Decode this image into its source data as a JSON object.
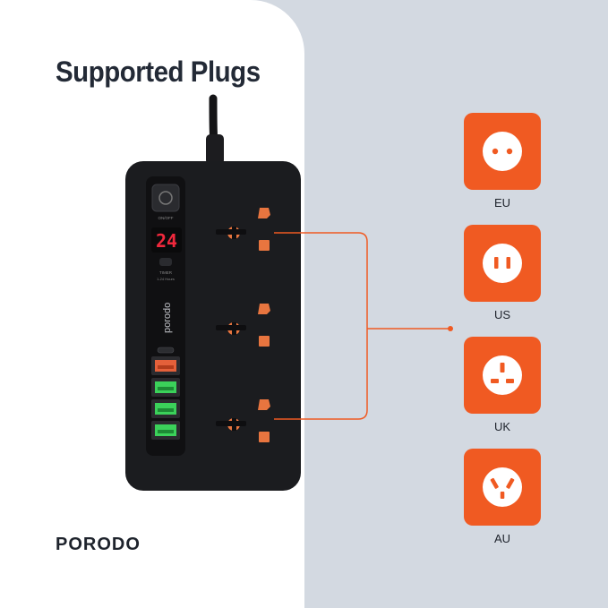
{
  "title": "Supported Plugs",
  "brand": "PORODO",
  "device": {
    "display_value": "24",
    "brand_vertical": "porodo",
    "power_label": "ON/OFF",
    "timer_label": "TIMER",
    "timer_range": "1-24 Hours"
  },
  "plugs": [
    {
      "label": "EU",
      "icon": "eu-socket-icon"
    },
    {
      "label": "US",
      "icon": "us-socket-icon"
    },
    {
      "label": "UK",
      "icon": "uk-socket-icon"
    },
    {
      "label": "AU",
      "icon": "au-socket-icon"
    }
  ],
  "colors": {
    "accent": "#f05a22",
    "device_body": "#1b1c1f",
    "panel_bg": "#d3d9e1",
    "usb_green": "#3bd15a"
  }
}
